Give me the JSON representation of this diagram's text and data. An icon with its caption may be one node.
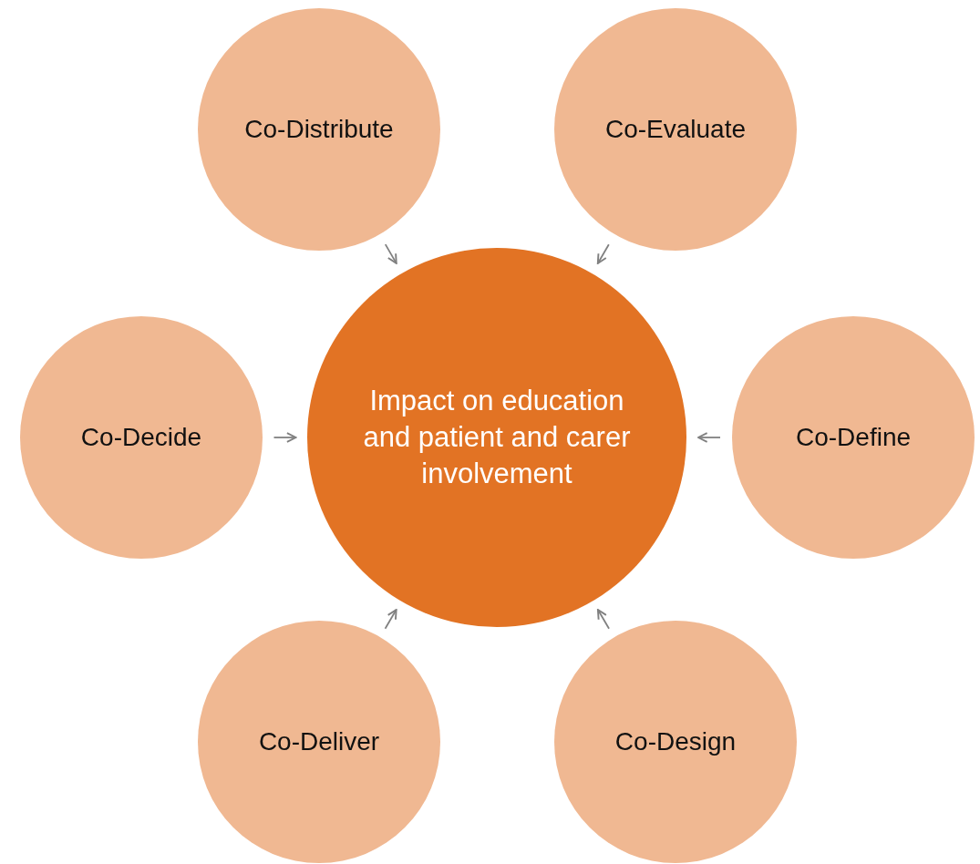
{
  "diagram": {
    "nodes": [
      {
        "text": [
          "Co-Distribute"
        ]
      },
      {
        "text": [
          "Co-Evaluate"
        ]
      },
      {
        "text": [
          "Co-Decide"
        ]
      },
      {
        "text": [
          "Impact on education and patient and carer involvement"
        ]
      },
      {
        "text": [
          "Co-Define"
        ]
      },
      {
        "text": [
          "Co-Deliver"
        ]
      },
      {
        "text": [
          "Co-Design"
        ]
      }
    ],
    "edges": [
      {
        "from": 0,
        "to": 3,
        "arrow": "to"
      },
      {
        "from": 1,
        "to": 3,
        "arrow": "to"
      },
      {
        "from": 2,
        "to": 3,
        "arrow": "to"
      },
      {
        "from": 4,
        "to": 3,
        "arrow": "to"
      },
      {
        "from": 5,
        "to": 3,
        "arrow": "to"
      },
      {
        "from": 6,
        "to": 3,
        "arrow": "to"
      }
    ]
  }
}
